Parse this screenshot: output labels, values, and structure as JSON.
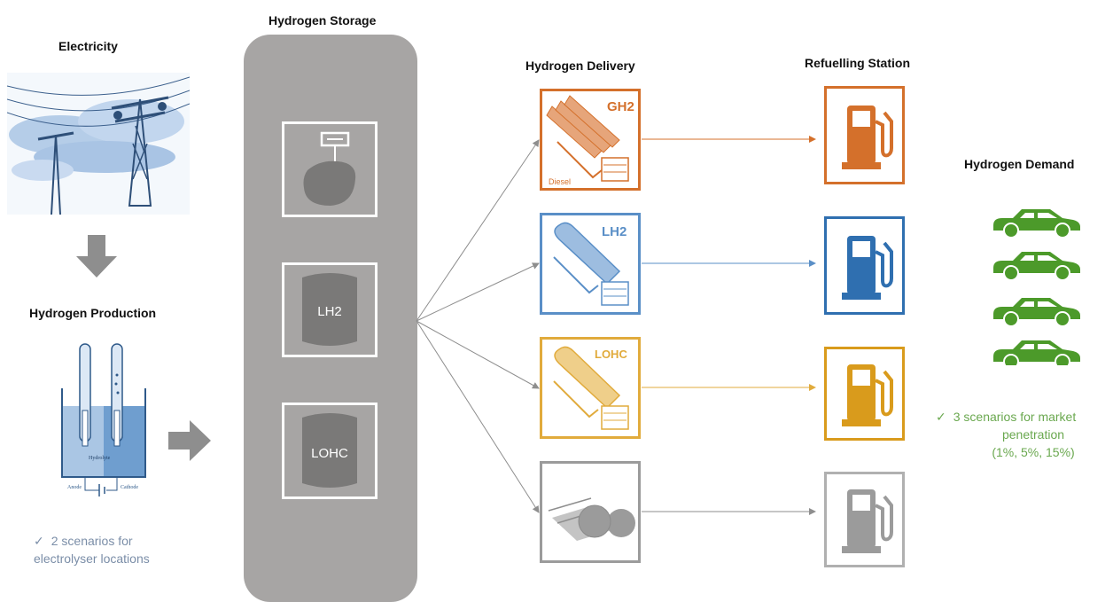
{
  "headings": {
    "electricity": "Electricity",
    "hydrogen_storage": "Hydrogen Storage",
    "hydrogen_production": "Hydrogen Production",
    "hydrogen_delivery": "Hydrogen Delivery",
    "refuelling_station": "Refuelling Station",
    "hydrogen_demand": "Hydrogen Demand"
  },
  "storage_tanks": [
    "LH2",
    "LOHC"
  ],
  "delivery_options": [
    {
      "label": "GH2",
      "sublabel": "Diesel",
      "color": "#d4702b"
    },
    {
      "label": "LH2",
      "sublabel": "",
      "color": "#5a8fc7"
    },
    {
      "label": "LOHC",
      "sublabel": "",
      "color": "#e1ab3c"
    },
    {
      "label": "",
      "sublabel": "",
      "color": "#9b9b9b"
    }
  ],
  "electrolyser": {
    "anode": "Anode",
    "cathode": "Cathode",
    "label": "Hydrolyte"
  },
  "notes": {
    "production_check": "✓",
    "production_line1": "2 scenarios for",
    "production_line2": "electrolyser locations",
    "demand_check": "✓",
    "demand_line1": "3 scenarios for market",
    "demand_line2": "penetration",
    "demand_line3": "(1%, 5%, 15%)"
  },
  "colors": {
    "orange": "#d4702b",
    "blue": "#2f6fb0",
    "yellow": "#d99b1c",
    "grey": "#9b9b9b",
    "green": "#4c9a2a",
    "storage_grey": "#a7a5a4"
  }
}
